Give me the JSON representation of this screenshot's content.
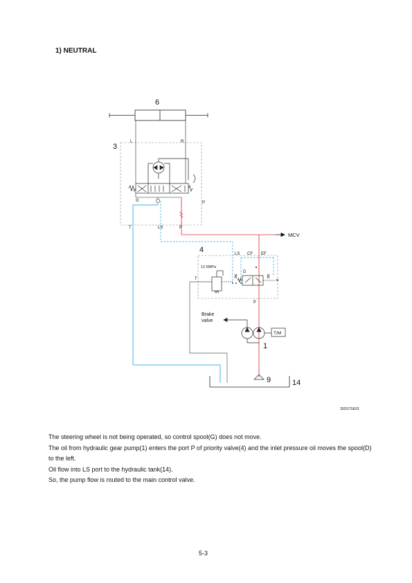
{
  "section": {
    "heading": "1) NEUTRAL"
  },
  "diagram": {
    "labels": {
      "n6": "6",
      "n3": "3",
      "n4": "4",
      "n1": "1",
      "n9": "9",
      "n14": "14",
      "L": "L",
      "R": "R",
      "G": "G",
      "P_unit": "P",
      "T_unit": "T",
      "LS_unit": "LS",
      "P_unit_bottom": "P",
      "MCV": "MCV",
      "LS_valve": "LS",
      "CF": "CF",
      "EF": "EF",
      "pressure": "12.5MPa",
      "D": "D",
      "T_valve": "T",
      "P_valve": "P",
      "brake1": "Brake",
      "brake2": "valve",
      "tm": "T/M"
    },
    "colors": {
      "pressure_line": "#e0606a",
      "return_line": "#3fb6e6",
      "drain_line": "#555555"
    }
  },
  "figure_code": "35DS7SE03",
  "paragraphs": [
    "The steering wheel is not being operated, so control spool(G) does not move.",
    "The oil from hydraulic gear pump(1) enters the port P of priority valve(4) and the inlet pressure oil moves the spool(D) to the left.",
    "Oil flow into LS port to the hydraulic tank(14).",
    "So, the pump flow is routed to the main control valve."
  ],
  "page_number": "5-3"
}
